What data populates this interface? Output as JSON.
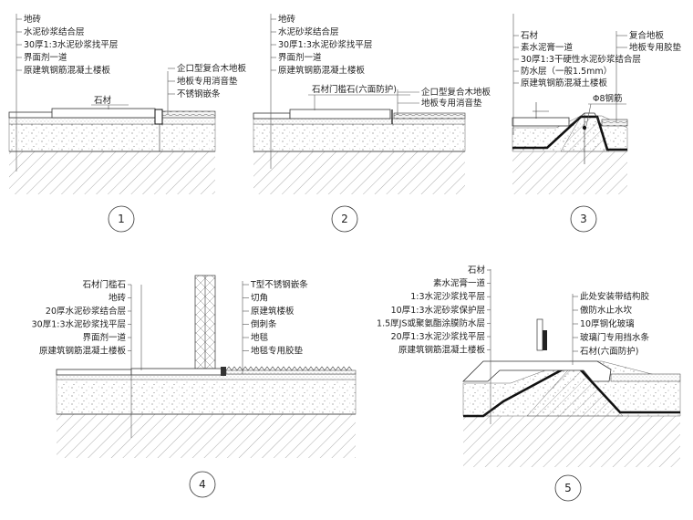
{
  "details": [
    {
      "number": "1",
      "labels_left": [
        "地砖",
        "水泥砂浆结合层",
        "30厚1:3水泥砂浆找平层",
        "界面剂一道",
        "原建筑钢筋混凝土楼板"
      ],
      "label_stone": "石材",
      "labels_right": [
        "企口型复合木地板",
        "地板专用消音垫",
        "不锈钢嵌条"
      ]
    },
    {
      "number": "2",
      "labels_left": [
        "地砖",
        "水泥砂浆结合层",
        "30厚1:3水泥砂浆找平层",
        "界面剂一道",
        "原建筑钢筋混凝土楼板"
      ],
      "label_threshold": "石材门槛石(六面防护)",
      "labels_right": [
        "企口型复合木地板",
        "地板专用消音垫"
      ]
    },
    {
      "number": "3",
      "labels_left": [
        "石材",
        "素水泥膏一道",
        "30厚1:3干硬性水泥砂浆结合层",
        "防水层（一般1.5mm）",
        "原建筑钢筋混凝土楼板"
      ],
      "labels_right": [
        "复合地板",
        "地板专用胶垫"
      ],
      "label_rebar": "Φ8钢筋"
    },
    {
      "number": "4",
      "labels_left": [
        "石材门槛石",
        "地砖",
        "20厚水泥砂浆结合层",
        "30厚1:3水泥砂浆找平层",
        "界面剂一道",
        "原建筑钢筋混凝土楼板"
      ],
      "labels_right": [
        "T型不锈钢嵌条",
        "切角",
        "原建筑楼板",
        "倒刺条",
        "地毯",
        "地毯专用胶垫"
      ]
    },
    {
      "number": "5",
      "labels_left": [
        "石材",
        "素水泥膏一道",
        "1:3水泥沙浆找平层",
        "10厚1:3水泥砂浆保护层",
        "1.5厚JS或聚氨酯涂膜防水层",
        "20厚1:3水泥沙浆找平层",
        "原建筑钢筋混凝土楼板"
      ],
      "labels_right": [
        "此处安装带结构胶",
        "傲防水止水坎",
        "10厚钢化玻璃",
        "玻璃门专用挡水条",
        "石材(六面防护)"
      ]
    }
  ]
}
